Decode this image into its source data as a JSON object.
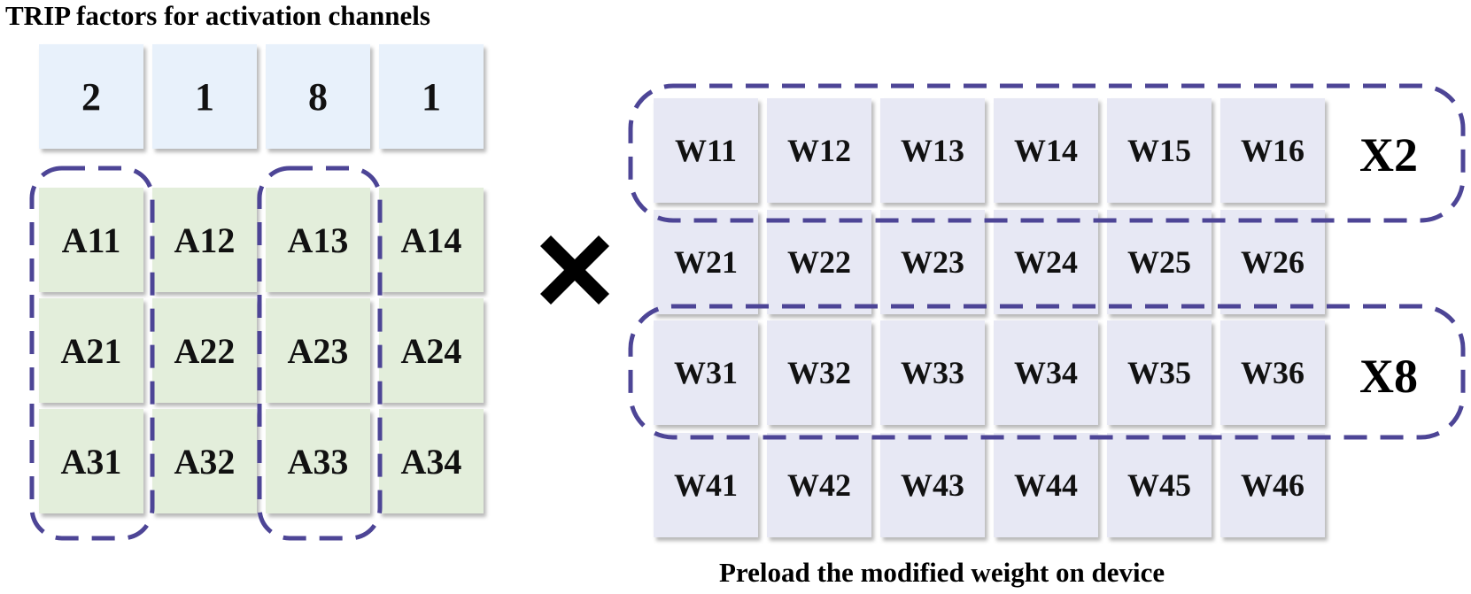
{
  "title": "TRIP factors for activation channels",
  "caption": "Preload the modified weight on device",
  "factors": [
    "2",
    "1",
    "8",
    "1"
  ],
  "activations": [
    [
      "A11",
      "A12",
      "A13",
      "A14"
    ],
    [
      "A21",
      "A22",
      "A23",
      "A24"
    ],
    [
      "A31",
      "A32",
      "A33",
      "A34"
    ]
  ],
  "weights": [
    [
      "W11",
      "W12",
      "W13",
      "W14",
      "W15",
      "W16"
    ],
    [
      "W21",
      "W22",
      "W23",
      "W24",
      "W25",
      "W26"
    ],
    [
      "W31",
      "W32",
      "W33",
      "W34",
      "W35",
      "W36"
    ],
    [
      "W41",
      "W42",
      "W43",
      "W44",
      "W45",
      "W46"
    ]
  ],
  "scale_labels": {
    "row1": "X2",
    "row3": "X8"
  },
  "colors": {
    "factor_fill": "#e8f1fb",
    "activation_fill": "#e3eedb",
    "weight_fill": "#e7e8f4",
    "dash_outline": "#4d4596"
  }
}
